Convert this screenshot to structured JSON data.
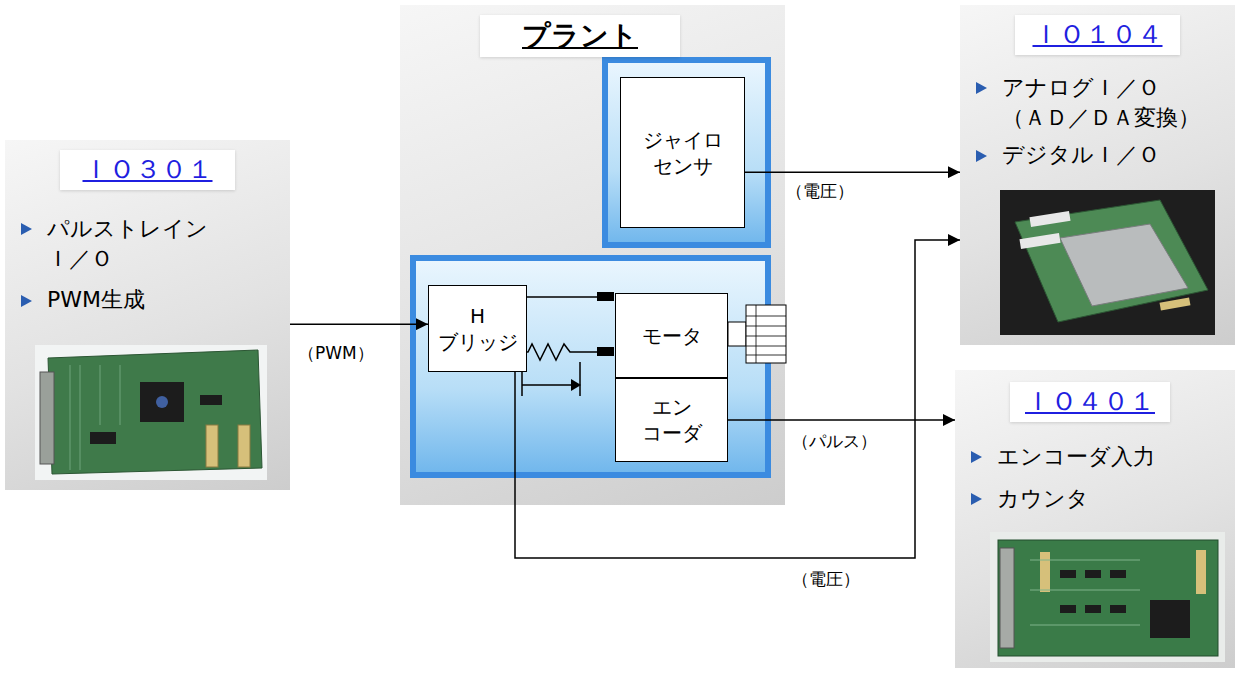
{
  "diagram": {
    "nodes": [
      {
        "text": [
          "ＩＯ３０１",
          "パルストレイン Ｉ／Ｏ",
          "PWM生成"
        ]
      },
      {
        "text": [
          "プラント"
        ]
      },
      {
        "text": [
          "ジャイロ センサ"
        ],
        "in": 1
      },
      {
        "text": [
          "H ブリッジ"
        ],
        "in": 1
      },
      {
        "text": [
          "モータ"
        ],
        "in": 1
      },
      {
        "text": [
          "エン コーダ"
        ],
        "in": 1
      },
      {
        "text": [
          "ＩＯ１０４",
          "アナログＩ／Ｏ （ＡＤ／ＤＡ変換）",
          "デジタルＩ／Ｏ"
        ]
      },
      {
        "text": [
          "ＩＯ４０１",
          "エンコーダ入力",
          "カウンタ"
        ]
      }
    ],
    "edges": [
      {
        "from": 0,
        "to": 3,
        "arrow": "to",
        "label": "（PWM）"
      },
      {
        "from": 2,
        "to": 6,
        "arrow": "to",
        "label": "（電圧）"
      },
      {
        "from": 5,
        "to": 7,
        "arrow": "to",
        "label": "（パルス）"
      },
      {
        "from": 3,
        "to": 6,
        "arrow": "to",
        "label": "（電圧）"
      }
    ]
  }
}
